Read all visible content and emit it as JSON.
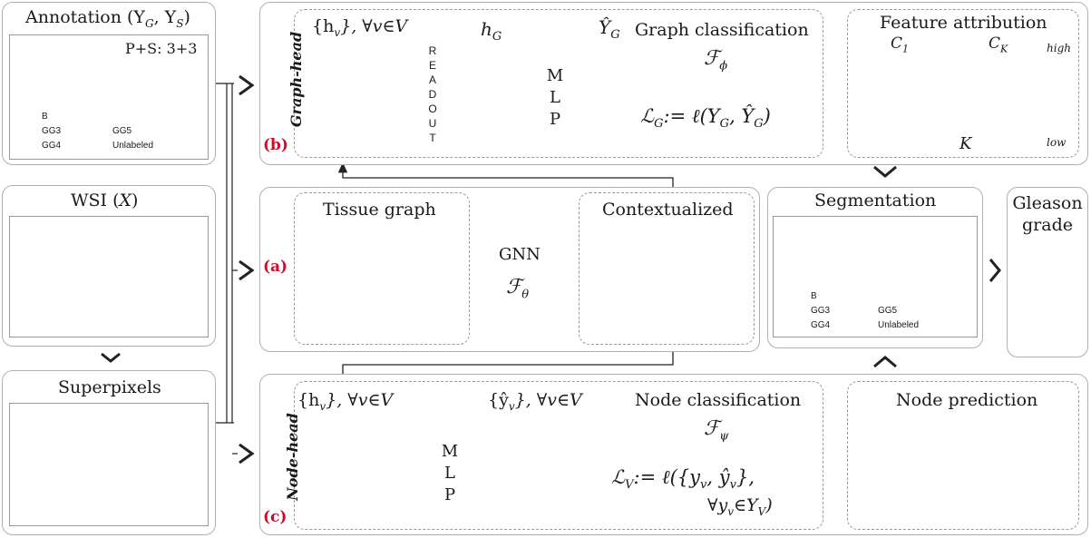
{
  "left": {
    "annotation_title": "Annotation (Y",
    "annotation_sub_g": "G",
    "annotation_sep": ", Y",
    "annotation_sub_s": "S",
    "annotation_close": ")",
    "ps_label": "P+S: 3+3",
    "wsi_title": "WSI (",
    "wsi_var": "X",
    "wsi_close": ")",
    "superpixels_title": "Superpixels"
  },
  "legend": {
    "b": "B",
    "gg3": "GG3",
    "gg4": "GG4",
    "gg5": "GG5",
    "unlabeled": "Unlabeled"
  },
  "graph_head": {
    "tag": "(b)",
    "side_label": "Graph-head",
    "hv": "{h",
    "hv_sub": "v",
    "hv_rest": "}, ∀v∈V",
    "readout": [
      "R",
      "E",
      "A",
      "D",
      "O",
      "U",
      "T"
    ],
    "hG": "h",
    "hG_sub": "G",
    "mlp": [
      "M",
      "L",
      "P"
    ],
    "yhat": "Ŷ",
    "yhat_sub": "G",
    "title": "Graph classification",
    "func": "ℱ",
    "func_sub": "ϕ",
    "loss": "ℒ",
    "loss_sub": "G",
    "loss_rest": ":= ℓ(Y",
    "loss_g1": "G",
    "loss_mid": ", Ŷ",
    "loss_g2": "G",
    "loss_end": ")"
  },
  "feature_attr": {
    "title": "Feature attribution",
    "c1": "C",
    "c1_sub": "1",
    "ck": "C",
    "ck_sub": "K",
    "high": "high",
    "low": "low",
    "k": "K"
  },
  "middle": {
    "tag": "(a)",
    "tissue_graph": "Tissue graph",
    "gnn": "GNN",
    "gnn_func": "ℱ",
    "gnn_sub": "θ",
    "contextualized": "Contextualized",
    "segmentation": "Segmentation",
    "gleason": [
      "Gleason",
      "grade"
    ]
  },
  "node_head": {
    "tag": "(c)",
    "side_label": "Node-head",
    "hv": "{h",
    "hv_sub": "v",
    "hv_rest": "}, ∀v∈V",
    "yv": "{ŷ",
    "yv_sub": "v",
    "yv_rest": "}, ∀v∈V",
    "mlp": [
      "M",
      "L",
      "P"
    ],
    "title": "Node classification",
    "func": "ℱ",
    "func_sub": "ψ",
    "loss": "ℒ",
    "loss_sub": "V",
    "loss_rest": ":= ℓ({y",
    "loss_v1": "v",
    "loss_mid": ", ŷ",
    "loss_v2": "v",
    "loss_end": "},",
    "loss_line2": "∀y",
    "loss_line2_sub": "v",
    "loss_line2_rest": "∈Y",
    "loss_line2_sub2": "V",
    "loss_line2_end": ")",
    "node_prediction": "Node prediction"
  },
  "colors": {
    "b": "#1e6b1e",
    "gg3": "#1010e0",
    "gg4": "#f2ea10",
    "gg5": "#e01010",
    "purple_fill": "#e8d3ec",
    "purple_stroke": "#9a5aa8",
    "orange_fill": "#fde5b0",
    "orange_stroke": "#e8a23a",
    "red_fill": "#f08060",
    "red_stroke": "#c83a1a",
    "tan_fill": "#c8b49a",
    "tan_stroke": "#7a5f3f",
    "grey_node": "#cfcfcf"
  }
}
